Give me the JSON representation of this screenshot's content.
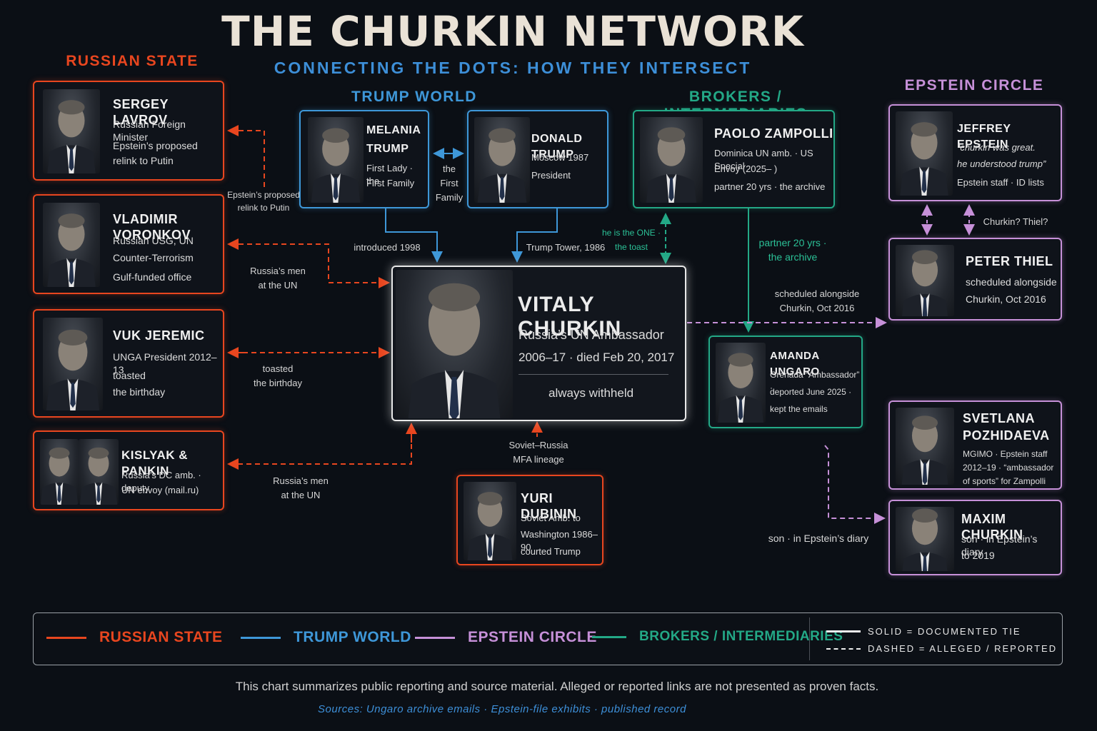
{
  "title": "THE CHURKIN NETWORK",
  "subtitle": "CONNECTING THE DOTS: HOW THEY INTERSECT",
  "colors": {
    "russian_state": "#e8461f",
    "trump_world": "#3e97d8",
    "epstein_circle": "#c690d8",
    "brokers": "#23a886",
    "center": "#e8e8e8"
  },
  "sections": {
    "russian_state": "RUSSIAN STATE",
    "trump_world": "TRUMP WORLD",
    "brokers": "BROKERS / INTERMEDIARIES",
    "epstein_circle": "EPSTEIN CIRCLE"
  },
  "center": {
    "name": "VITALY CHURKIN",
    "role": "Russia’s UN Ambassador",
    "dates": "2006–17  ·  died Feb 20, 2017",
    "note": "always withheld"
  },
  "people": {
    "lavrov": {
      "name": "SERGEY LAVROV",
      "l1": "Russian Foreign Minister",
      "l2": "Epstein’s proposed",
      "l3": "relink to Putin"
    },
    "voronkov": {
      "name": "VLADIMIR VORONKOV",
      "l1": "Russian USG, UN",
      "l2": "Counter-Terrorism",
      "l3": "Gulf-funded office"
    },
    "jeremic": {
      "name": "VUK JEREMIC",
      "l1": "UNGA President 2012–13",
      "l2": "toasted",
      "l3": "the birthday"
    },
    "kislyak": {
      "name": "KISLYAK & PANKIN",
      "l1": "Russia’s DC amb. · deputy",
      "l2": "UN envoy (mail.ru)"
    },
    "melania": {
      "name1": "MELANIA",
      "name2": "TRUMP",
      "l1": "First Lady · the",
      "l2": "First Family"
    },
    "donald": {
      "name": "DONALD TRUMP",
      "l1": "Moscow 1987",
      "l2": "President"
    },
    "dubinin": {
      "name": "YURI DUBININ",
      "l1": "Soviet Amb. to",
      "l2": "Washington 1986–90",
      "l3": "courted Trump"
    },
    "zampolli": {
      "name": "PAOLO ZAMPOLLI",
      "l1": "Dominica UN amb. · US Special",
      "l2": "Envoy (2025– )",
      "l3": "partner 20 yrs · the archive"
    },
    "ungaro": {
      "name": "AMANDA UNGARO",
      "l1": "Grenada “Ambassador” ·",
      "l2": "deported June 2025 ·",
      "l3": "kept the emails"
    },
    "epstein": {
      "name": "JEFFREY EPSTEIN",
      "l1": "“churkin was great.",
      "l2": "he understood trump”",
      "l3": "Epstein staff · ID lists"
    },
    "thiel": {
      "name": "PETER THIEL",
      "l1": "scheduled alongside",
      "l2": "Churkin, Oct 2016"
    },
    "pozhidaeva": {
      "name1": "SVETLANA",
      "name2": "POZHIDAEVA",
      "l1": "MGIMO · Epstein staff",
      "l2": "2012–19 · “ambassador",
      "l3": "of sports” for Zampolli"
    },
    "maxim": {
      "name": "MAXIM CHURKIN",
      "l1": "son · in Epstein’s diary",
      "l2": "to 2019"
    }
  },
  "links": {
    "lavrov_1": "Epstein’s proposed",
    "lavrov_2": "relink to Putin",
    "voronkov_1": "Russia’s men",
    "voronkov_2": "at the UN",
    "jeremic_1": "toasted",
    "jeremic_2": "the birthday",
    "kislyak_1": "Russia’s men",
    "kislyak_2": "at the UN",
    "family_1": "the",
    "family_2": "First",
    "family_3": "Family",
    "melania": "introduced 1998",
    "donald": "Trump Tower, 1986",
    "zampolli_1": "he is the ONE ·",
    "zampolli_2": "the toast",
    "ungaro_1": "partner 20 yrs ·",
    "ungaro_2": "the archive",
    "thiel_1": "scheduled alongside",
    "thiel_2": "Churkin, Oct 2016",
    "epstein_thiel": "Churkin? Thiel?",
    "dubinin_1": "Soviet–Russia",
    "dubinin_2": "MFA lineage",
    "maxim": "son · in Epstein’s diary"
  },
  "legend": {
    "russian_state": "RUSSIAN STATE",
    "trump_world": "TRUMP WORLD",
    "epstein_circle": "EPSTEIN CIRCLE",
    "brokers": "BROKERS / INTERMEDIARIES",
    "solid": "SOLID  =  DOCUMENTED TIE",
    "dashed": "DASHED  =  ALLEGED / REPORTED"
  },
  "footer": {
    "disclaimer": "This chart summarizes public reporting and source material. Alleged or reported links are not presented as proven facts.",
    "sources": "Sources: Ungaro archive emails  ·  Epstein-file exhibits  ·  published record"
  }
}
